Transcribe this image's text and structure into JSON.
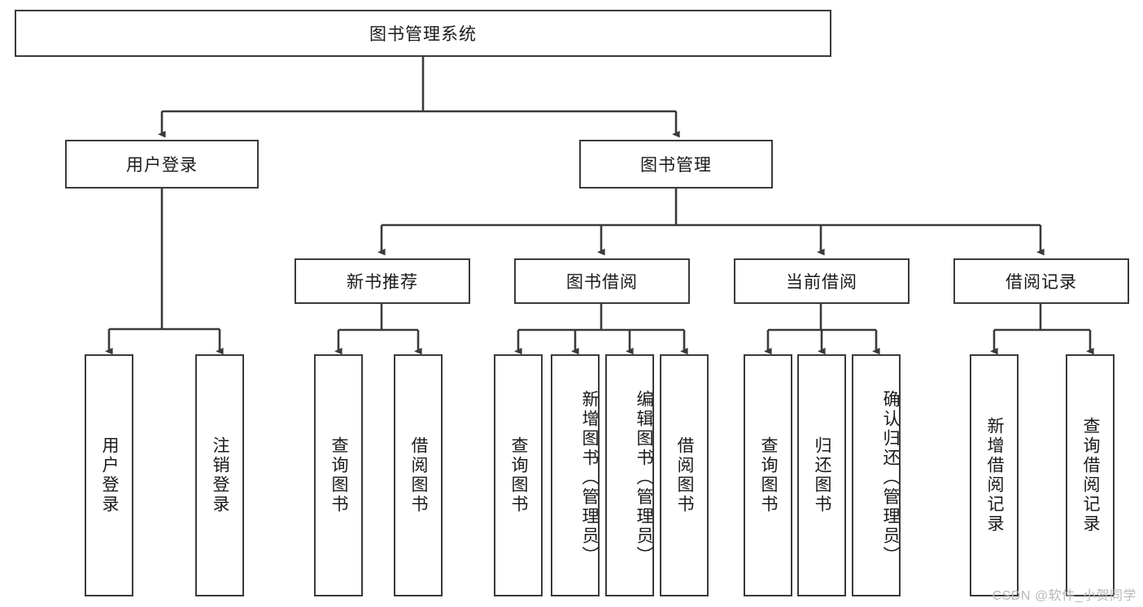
{
  "diagram": {
    "title": "图书管理系统",
    "watermark": "CSDN @软件_小贺同学",
    "colors": {
      "stroke": "#3a3a3a",
      "fill": "#ffffff",
      "text": "#1a1a1a",
      "watermark": "#b9b9b9"
    },
    "levels": {
      "root": {
        "label": "图书管理系统"
      },
      "level2": [
        {
          "id": "user-login",
          "label": "用户登录"
        },
        {
          "id": "book-management",
          "label": "图书管理"
        }
      ],
      "level3": [
        {
          "id": "new-book-recommend",
          "label": "新书推荐"
        },
        {
          "id": "book-borrow",
          "label": "图书借阅"
        },
        {
          "id": "current-borrow",
          "label": "当前借阅"
        },
        {
          "id": "borrow-record",
          "label": "借阅记录"
        }
      ],
      "leaves": {
        "user_login": [
          {
            "id": "leaf-user-login",
            "label": "用户登录"
          },
          {
            "id": "leaf-logout",
            "label": "注销登录"
          }
        ],
        "new_book_recommend": [
          {
            "id": "leaf-query-book-1",
            "label": "查询图书"
          },
          {
            "id": "leaf-borrow-book-1",
            "label": "借阅图书"
          }
        ],
        "book_borrow": [
          {
            "id": "leaf-query-book-2",
            "label": "查询图书"
          },
          {
            "id": "leaf-add-book",
            "label": "新增图书（管理员）"
          },
          {
            "id": "leaf-edit-book",
            "label": "编辑图书（管理员）"
          },
          {
            "id": "leaf-borrow-book-2",
            "label": "借阅图书"
          }
        ],
        "current_borrow": [
          {
            "id": "leaf-query-book-3",
            "label": "查询图书"
          },
          {
            "id": "leaf-return-book",
            "label": "归还图书"
          },
          {
            "id": "leaf-confirm-return",
            "label": "确认归还（管理员）"
          }
        ],
        "borrow_record": [
          {
            "id": "leaf-add-record",
            "label": "新增借阅记录"
          },
          {
            "id": "leaf-query-record",
            "label": "查询借阅记录"
          }
        ]
      }
    }
  }
}
